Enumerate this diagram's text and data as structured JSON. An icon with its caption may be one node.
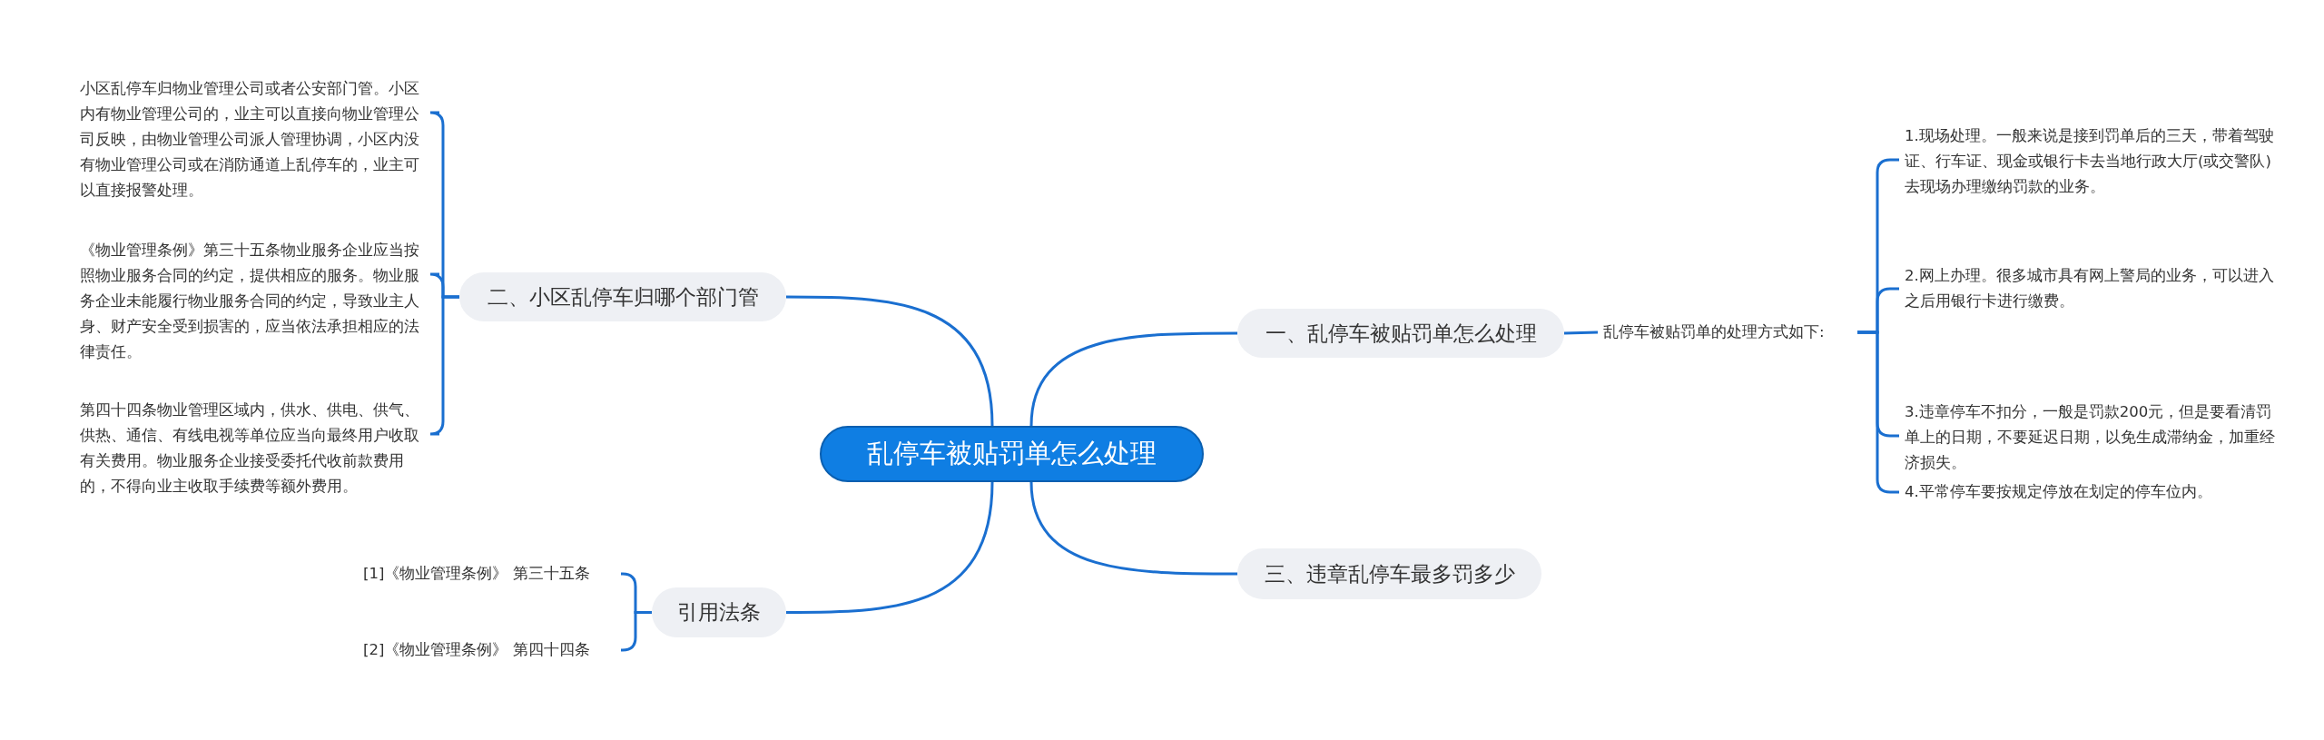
{
  "diagram": {
    "nodes": [
      {
        "text": [
          "乱停车被贴罚单怎么处理"
        ]
      },
      {
        "text": [
          "二、小区乱停车归哪个部门管"
        ]
      },
      {
        "text": [
          "小区乱停车归物业管理公司或者公安部门管。小区内有物业管理公司的，业主可以直接向物业管理公司反映，由物业管理公司派人管理协调，小区内没有物业管理公司或在消防通道上乱停车的，业主可以直接报警处理。"
        ]
      },
      {
        "text": [
          "《物业管理条例》第三十五条物业服务企业应当按照物业服务合同的约定，提供相应的服务。物业服务企业未能履行物业服务合同的约定，导致业主人身、财产安全受到损害的，应当依法承担相应的法律责任。"
        ]
      },
      {
        "text": [
          "第四十四条物业管理区域内，供水、供电、供气、供热、通信、有线电视等单位应当向最终用户收取有关费用。物业服务企业接受委托代收前款费用的，不得向业主收取手续费等额外费用。"
        ]
      },
      {
        "text": [
          "一、乱停车被贴罚单怎么处理"
        ]
      },
      {
        "text": [
          "乱停车被贴罚单的处理方式如下:"
        ]
      },
      {
        "text": [
          "1.现场处理。一般来说是接到罚单后的三天，带着驾驶证、行车证、现金或银行卡去当地行政大厅(或交警队)去现场办理缴纳罚款的业务。"
        ]
      },
      {
        "text": [
          "2.网上办理。很多城市具有网上警局的业务，可以进入之后用银行卡进行缴费。"
        ]
      },
      {
        "text": [
          "3.违章停车不扣分，一般是罚款200元，但是要看清罚单上的日期，不要延迟日期，以免生成滞纳金，加重经济损失。"
        ]
      },
      {
        "text": [
          "4.平常停车要按规定停放在划定的停车位内。"
        ]
      },
      {
        "text": [
          "三、违章乱停车最多罚多少"
        ]
      },
      {
        "text": [
          "引用法条"
        ]
      },
      {
        "text": [
          "[1]《物业管理条例》 第三十五条"
        ]
      },
      {
        "text": [
          "[2]《物业管理条例》 第四十四条"
        ]
      }
    ],
    "edges": [
      {
        "from": 0,
        "to": 1,
        "arrow": "none"
      },
      {
        "from": 1,
        "to": 2,
        "arrow": "none"
      },
      {
        "from": 1,
        "to": 3,
        "arrow": "none"
      },
      {
        "from": 1,
        "to": 4,
        "arrow": "none"
      },
      {
        "from": 0,
        "to": 5,
        "arrow": "none"
      },
      {
        "from": 5,
        "to": 6,
        "arrow": "none"
      },
      {
        "from": 6,
        "to": 7,
        "arrow": "none"
      },
      {
        "from": 6,
        "to": 8,
        "arrow": "none"
      },
      {
        "from": 6,
        "to": 9,
        "arrow": "none"
      },
      {
        "from": 6,
        "to": 10,
        "arrow": "none"
      },
      {
        "from": 0,
        "to": 11,
        "arrow": "none"
      },
      {
        "from": 0,
        "to": 12,
        "arrow": "none"
      },
      {
        "from": 12,
        "to": 13,
        "arrow": "none"
      },
      {
        "from": 12,
        "to": 14,
        "arrow": "none"
      }
    ]
  }
}
